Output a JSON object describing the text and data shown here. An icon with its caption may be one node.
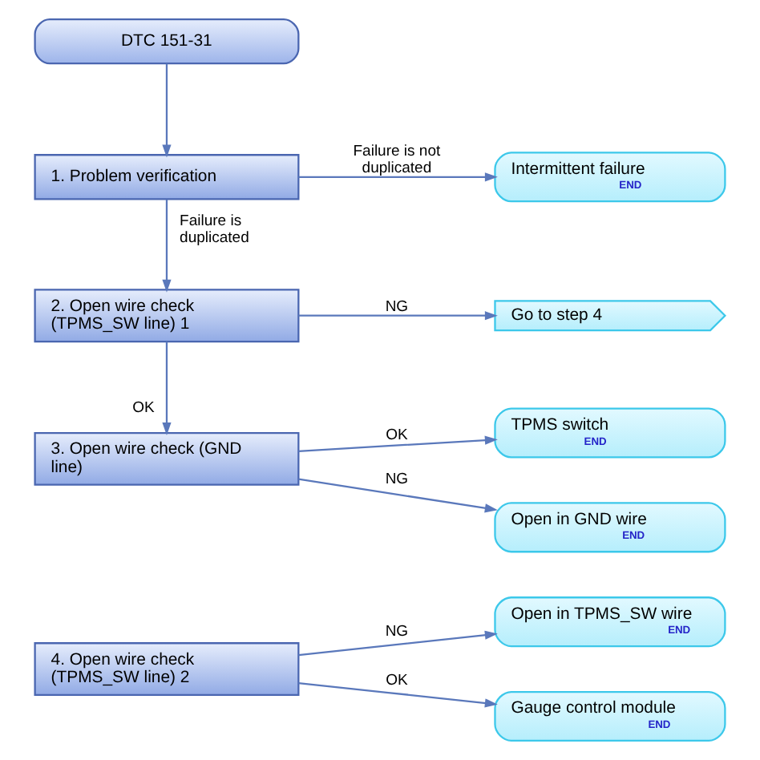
{
  "diagram": {
    "nodes": [
      {
        "text": [
          "DTC 151-31"
        ]
      },
      {
        "text": [
          "1. Problem verification"
        ]
      },
      {
        "text": [
          "Intermittent failure",
          "END"
        ]
      },
      {
        "text": [
          "2. Open wire check (TPMS_SW line) 1"
        ]
      },
      {
        "text": [
          "Go to step 4"
        ]
      },
      {
        "text": [
          "3. Open wire check (GND line)"
        ]
      },
      {
        "text": [
          "TPMS switch",
          "END"
        ]
      },
      {
        "text": [
          "Open in GND wire",
          "END"
        ]
      },
      {
        "text": [
          "4. Open wire check (TPMS_SW line) 2"
        ]
      },
      {
        "text": [
          "Open in TPMS_SW wire",
          "END"
        ]
      },
      {
        "text": [
          "Gauge control module",
          "END"
        ]
      }
    ],
    "edges": [
      {
        "from": 0,
        "to": 1,
        "arrow": "to"
      },
      {
        "from": 1,
        "to": 2,
        "arrow": "to",
        "label": "Failure is not duplicated"
      },
      {
        "from": 1,
        "to": 3,
        "arrow": "to",
        "label": "Failure is duplicated"
      },
      {
        "from": 3,
        "to": 4,
        "arrow": "to",
        "label": "NG"
      },
      {
        "from": 3,
        "to": 5,
        "arrow": "to",
        "label": "OK"
      },
      {
        "from": 5,
        "to": 6,
        "arrow": "to",
        "label": "OK"
      },
      {
        "from": 5,
        "to": 7,
        "arrow": "to",
        "label": "NG"
      },
      {
        "from": 8,
        "to": 9,
        "arrow": "to",
        "label": "NG"
      },
      {
        "from": 8,
        "to": 10,
        "arrow": "to",
        "label": "OK"
      }
    ]
  }
}
